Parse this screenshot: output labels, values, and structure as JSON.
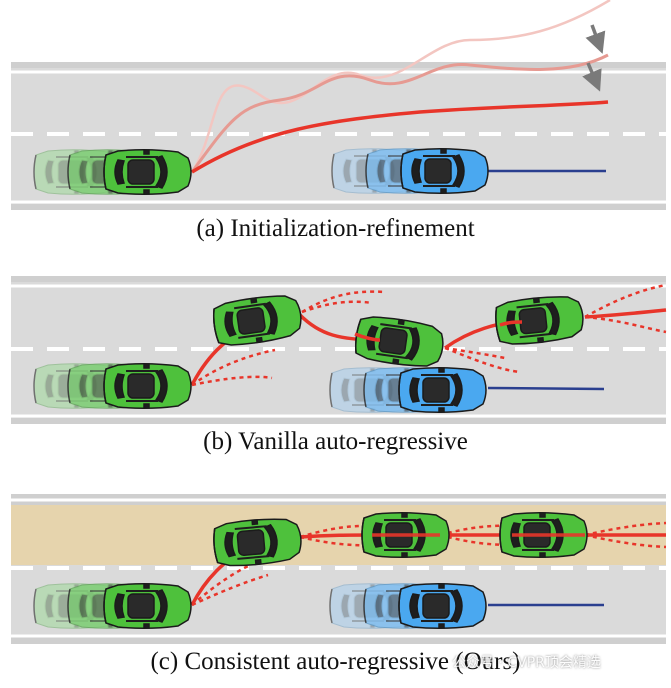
{
  "captions": {
    "a": "(a) Initialization-refinement",
    "b": "(b) Vanilla auto-regressive",
    "c": "(c) Consistent auto-regressive (Ours)"
  },
  "watermark": "公众号 · CVPR顶会精选",
  "colors": {
    "road": "#d9d9d9",
    "road_edge": "#cfcfcf",
    "lane_dash": "#ffffff",
    "consistent_lane": "#e6d4ad",
    "ego_car": "#4ec13c",
    "other_car": "#4aa8f0",
    "trajectory": "#e8352a",
    "other_trajectory": "#2a3f8f",
    "arrow": "#7a7a7a"
  }
}
